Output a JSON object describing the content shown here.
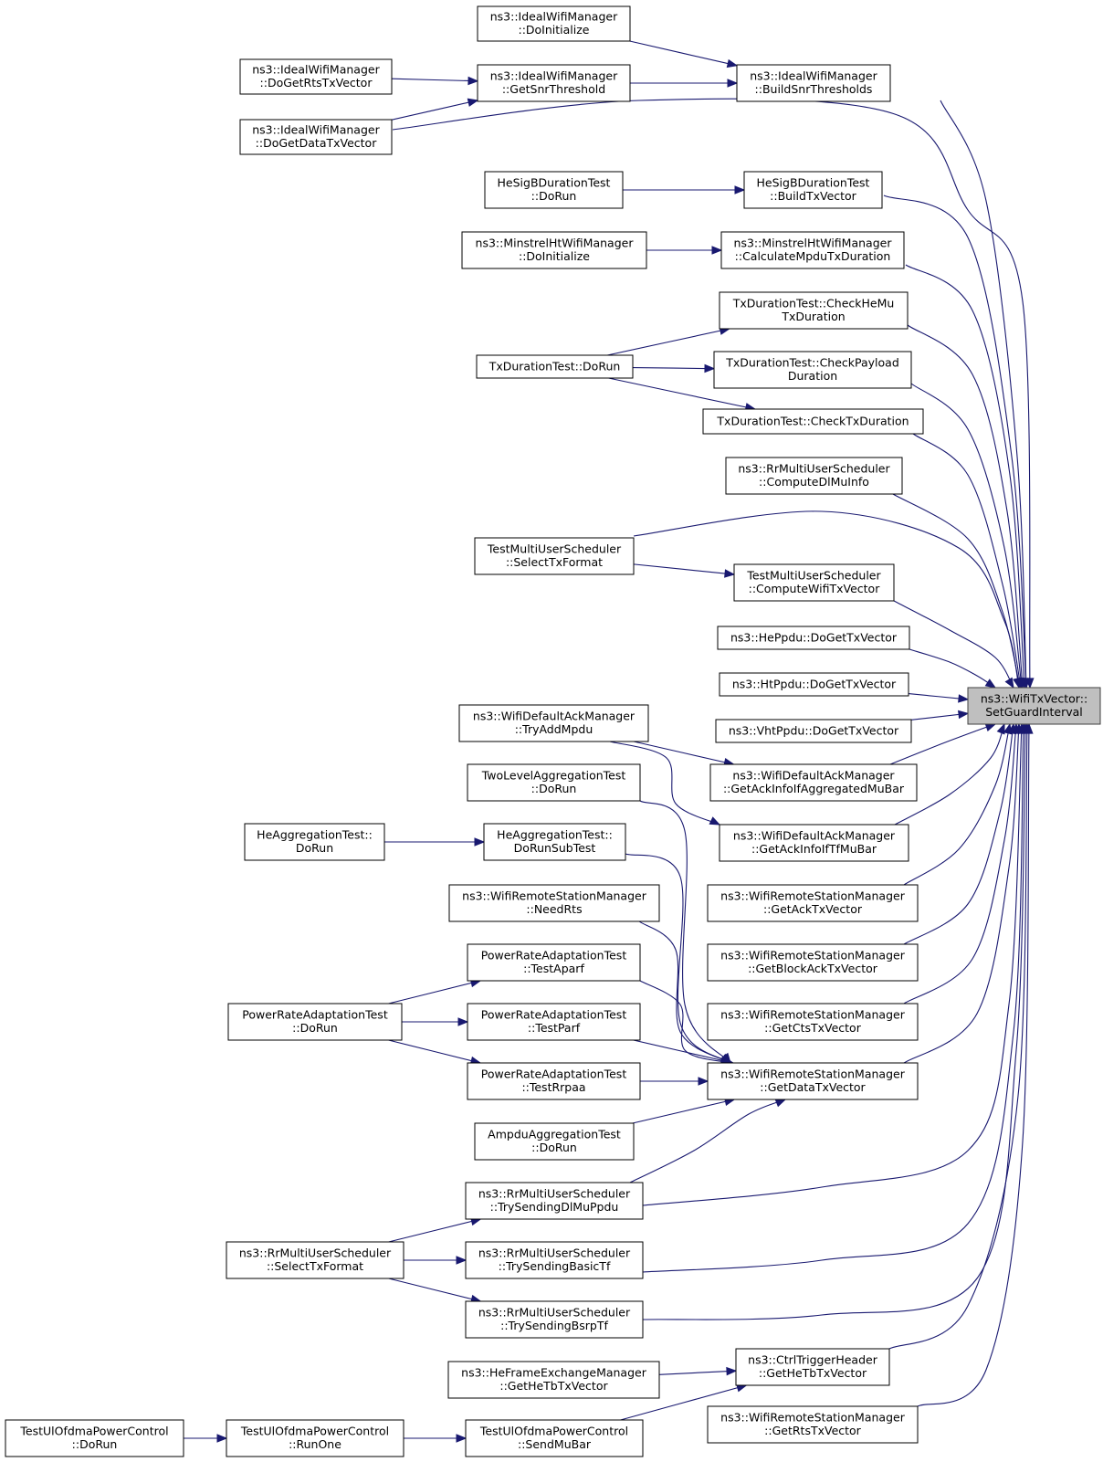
{
  "graph": {
    "root": "n_root",
    "nodes": [
      {
        "id": "n_root",
        "lines": [
          "ns3::WifiTxVector::",
          "SetGuardInterval"
        ]
      },
      {
        "id": "n_bst",
        "lines": [
          "ns3::IdealWifiManager",
          "::BuildSnrThresholds"
        ]
      },
      {
        "id": "n_idi",
        "lines": [
          "ns3::IdealWifiManager",
          "::DoInitialize"
        ]
      },
      {
        "id": "n_gst",
        "lines": [
          "ns3::IdealWifiManager",
          "::GetSnrThreshold"
        ]
      },
      {
        "id": "n_drts",
        "lines": [
          "ns3::IdealWifiManager",
          "::DoGetRtsTxVector"
        ]
      },
      {
        "id": "n_ddata",
        "lines": [
          "ns3::IdealWifiManager",
          "::DoGetDataTxVector"
        ]
      },
      {
        "id": "n_hsbt",
        "lines": [
          "HeSigBDurationTest",
          "::BuildTxVector"
        ]
      },
      {
        "id": "n_hsdr",
        "lines": [
          "HeSigBDurationTest",
          "::DoRun"
        ]
      },
      {
        "id": "n_mcalc",
        "lines": [
          "ns3::MinstrelHtWifiManager",
          "::CalculateMpduTxDuration"
        ]
      },
      {
        "id": "n_mdi",
        "lines": [
          "ns3::MinstrelHtWifiManager",
          "::DoInitialize"
        ]
      },
      {
        "id": "n_chemu",
        "lines": [
          "TxDurationTest::CheckHeMu",
          "TxDuration"
        ]
      },
      {
        "id": "n_tddr",
        "lines": [
          "TxDurationTest::DoRun"
        ]
      },
      {
        "id": "n_cpay",
        "lines": [
          "TxDurationTest::CheckPayload",
          "Duration"
        ]
      },
      {
        "id": "n_ctx",
        "lines": [
          "TxDurationTest::CheckTxDuration"
        ]
      },
      {
        "id": "n_rrdl",
        "lines": [
          "ns3::RrMultiUserScheduler",
          "::ComputeDlMuInfo"
        ]
      },
      {
        "id": "n_tmsel",
        "lines": [
          "TestMultiUserScheduler",
          "::SelectTxFormat"
        ]
      },
      {
        "id": "n_tmcw",
        "lines": [
          "TestMultiUserScheduler",
          "::ComputeWifiTxVector"
        ]
      },
      {
        "id": "n_heppdu",
        "lines": [
          "ns3::HePpdu::DoGetTxVector"
        ]
      },
      {
        "id": "n_htppdu",
        "lines": [
          "ns3::HtPpdu::DoGetTxVector"
        ]
      },
      {
        "id": "n_vhtppdu",
        "lines": [
          "ns3::VhtPpdu::DoGetTxVector"
        ]
      },
      {
        "id": "n_wdtry",
        "lines": [
          "ns3::WifiDefaultAckManager",
          "::TryAddMpdu"
        ]
      },
      {
        "id": "n_wdagg",
        "lines": [
          "ns3::WifiDefaultAckManager",
          "::GetAckInfoIfAggregatedMuBar"
        ]
      },
      {
        "id": "n_tlag",
        "lines": [
          "TwoLevelAggregationTest",
          "::DoRun"
        ]
      },
      {
        "id": "n_wdtf",
        "lines": [
          "ns3::WifiDefaultAckManager",
          "::GetAckInfoIfTfMuBar"
        ]
      },
      {
        "id": "n_heag",
        "lines": [
          "HeAggregationTest::",
          "DoRun"
        ]
      },
      {
        "id": "n_heagsub",
        "lines": [
          "HeAggregationTest::",
          "DoRunSubTest"
        ]
      },
      {
        "id": "n_wrsack",
        "lines": [
          "ns3::WifiRemoteStationManager",
          "::GetAckTxVector"
        ]
      },
      {
        "id": "n_wrsneed",
        "lines": [
          "ns3::WifiRemoteStationManager",
          "::NeedRts"
        ]
      },
      {
        "id": "n_prtaparf",
        "lines": [
          "PowerRateAdaptationTest",
          "::TestAparf"
        ]
      },
      {
        "id": "n_wrsback",
        "lines": [
          "ns3::WifiRemoteStationManager",
          "::GetBlockAckTxVector"
        ]
      },
      {
        "id": "n_prtdr",
        "lines": [
          "PowerRateAdaptationTest",
          "::DoRun"
        ]
      },
      {
        "id": "n_prtparf",
        "lines": [
          "PowerRateAdaptationTest",
          "::TestParf"
        ]
      },
      {
        "id": "n_wrscts",
        "lines": [
          "ns3::WifiRemoteStationManager",
          "::GetCtsTxVector"
        ]
      },
      {
        "id": "n_prtrrpaa",
        "lines": [
          "PowerRateAdaptationTest",
          "::TestRrpaa"
        ]
      },
      {
        "id": "n_wrsdata",
        "lines": [
          "ns3::WifiRemoteStationManager",
          "::GetDataTxVector"
        ]
      },
      {
        "id": "n_ampdu",
        "lines": [
          "AmpduAggregationTest",
          "::DoRun"
        ]
      },
      {
        "id": "n_rrtdl",
        "lines": [
          "ns3::RrMultiUserScheduler",
          "::TrySendingDlMuPpdu"
        ]
      },
      {
        "id": "n_rrsel",
        "lines": [
          "ns3::RrMultiUserScheduler",
          "::SelectTxFormat"
        ]
      },
      {
        "id": "n_rrbasic",
        "lines": [
          "ns3::RrMultiUserScheduler",
          "::TrySendingBasicTf"
        ]
      },
      {
        "id": "n_rrbsrp",
        "lines": [
          "ns3::RrMultiUserScheduler",
          "::TrySendingBsrpTf"
        ]
      },
      {
        "id": "n_cthe",
        "lines": [
          "ns3::CtrlTriggerHeader",
          "::GetHeTbTxVector"
        ]
      },
      {
        "id": "n_hefem",
        "lines": [
          "ns3::HeFrameExchangeManager",
          "::GetHeTbTxVector"
        ]
      },
      {
        "id": "n_tuodr",
        "lines": [
          "TestUlOfdmaPowerControl",
          "::DoRun"
        ]
      },
      {
        "id": "n_tuorun",
        "lines": [
          "TestUlOfdmaPowerControl",
          "::RunOne"
        ]
      },
      {
        "id": "n_tuosend",
        "lines": [
          "TestUlOfdmaPowerControl",
          "::SendMuBar"
        ]
      },
      {
        "id": "n_wrsrts",
        "lines": [
          "ns3::WifiRemoteStationManager",
          "::GetRtsTxVector"
        ]
      }
    ],
    "edges": [
      {
        "from": "n_bst",
        "to": "n_root"
      },
      {
        "from": "n_idi",
        "to": "n_bst"
      },
      {
        "from": "n_gst",
        "to": "n_bst"
      },
      {
        "from": "n_drts",
        "to": "n_gst"
      },
      {
        "from": "n_ddata",
        "to": "n_gst"
      },
      {
        "from": "n_ddata",
        "to": "n_root"
      },
      {
        "from": "n_hsbt",
        "to": "n_root"
      },
      {
        "from": "n_hsdr",
        "to": "n_hsbt"
      },
      {
        "from": "n_mcalc",
        "to": "n_root"
      },
      {
        "from": "n_mdi",
        "to": "n_mcalc"
      },
      {
        "from": "n_chemu",
        "to": "n_root"
      },
      {
        "from": "n_tddr",
        "to": "n_chemu"
      },
      {
        "from": "n_tddr",
        "to": "n_cpay"
      },
      {
        "from": "n_tddr",
        "to": "n_ctx"
      },
      {
        "from": "n_cpay",
        "to": "n_root"
      },
      {
        "from": "n_ctx",
        "to": "n_root"
      },
      {
        "from": "n_rrdl",
        "to": "n_root"
      },
      {
        "from": "n_tmsel",
        "to": "n_root"
      },
      {
        "from": "n_tmsel",
        "to": "n_tmcw"
      },
      {
        "from": "n_tmcw",
        "to": "n_root"
      },
      {
        "from": "n_heppdu",
        "to": "n_root"
      },
      {
        "from": "n_htppdu",
        "to": "n_root"
      },
      {
        "from": "n_vhtppdu",
        "to": "n_root"
      },
      {
        "from": "n_wdtry",
        "to": "n_wdagg"
      },
      {
        "from": "n_wdtry",
        "to": "n_wdtf"
      },
      {
        "from": "n_wdagg",
        "to": "n_root"
      },
      {
        "from": "n_wdtf",
        "to": "n_root"
      },
      {
        "from": "n_tlag",
        "to": "n_wrsdata"
      },
      {
        "from": "n_heag",
        "to": "n_heagsub"
      },
      {
        "from": "n_heagsub",
        "to": "n_wrsdata"
      },
      {
        "from": "n_wrsack",
        "to": "n_root"
      },
      {
        "from": "n_wrsneed",
        "to": "n_wrsdata"
      },
      {
        "from": "n_prtaparf",
        "to": "n_wrsdata"
      },
      {
        "from": "n_wrsback",
        "to": "n_root"
      },
      {
        "from": "n_prtdr",
        "to": "n_prtaparf"
      },
      {
        "from": "n_prtdr",
        "to": "n_prtparf"
      },
      {
        "from": "n_prtdr",
        "to": "n_prtrrpaa"
      },
      {
        "from": "n_prtparf",
        "to": "n_wrsdata"
      },
      {
        "from": "n_wrscts",
        "to": "n_root"
      },
      {
        "from": "n_prtrrpaa",
        "to": "n_wrsdata"
      },
      {
        "from": "n_wrsdata",
        "to": "n_root"
      },
      {
        "from": "n_ampdu",
        "to": "n_wrsdata"
      },
      {
        "from": "n_rrtdl",
        "to": "n_wrsdata"
      },
      {
        "from": "n_rrtdl",
        "to": "n_root"
      },
      {
        "from": "n_rrsel",
        "to": "n_rrtdl"
      },
      {
        "from": "n_rrsel",
        "to": "n_rrbasic"
      },
      {
        "from": "n_rrsel",
        "to": "n_rrbsrp"
      },
      {
        "from": "n_rrbasic",
        "to": "n_root"
      },
      {
        "from": "n_rrbsrp",
        "to": "n_root"
      },
      {
        "from": "n_cthe",
        "to": "n_root"
      },
      {
        "from": "n_hefem",
        "to": "n_cthe"
      },
      {
        "from": "n_tuodr",
        "to": "n_tuorun"
      },
      {
        "from": "n_tuorun",
        "to": "n_tuosend"
      },
      {
        "from": "n_tuosend",
        "to": "n_cthe"
      },
      {
        "from": "n_wrsrts",
        "to": "n_root"
      }
    ]
  }
}
